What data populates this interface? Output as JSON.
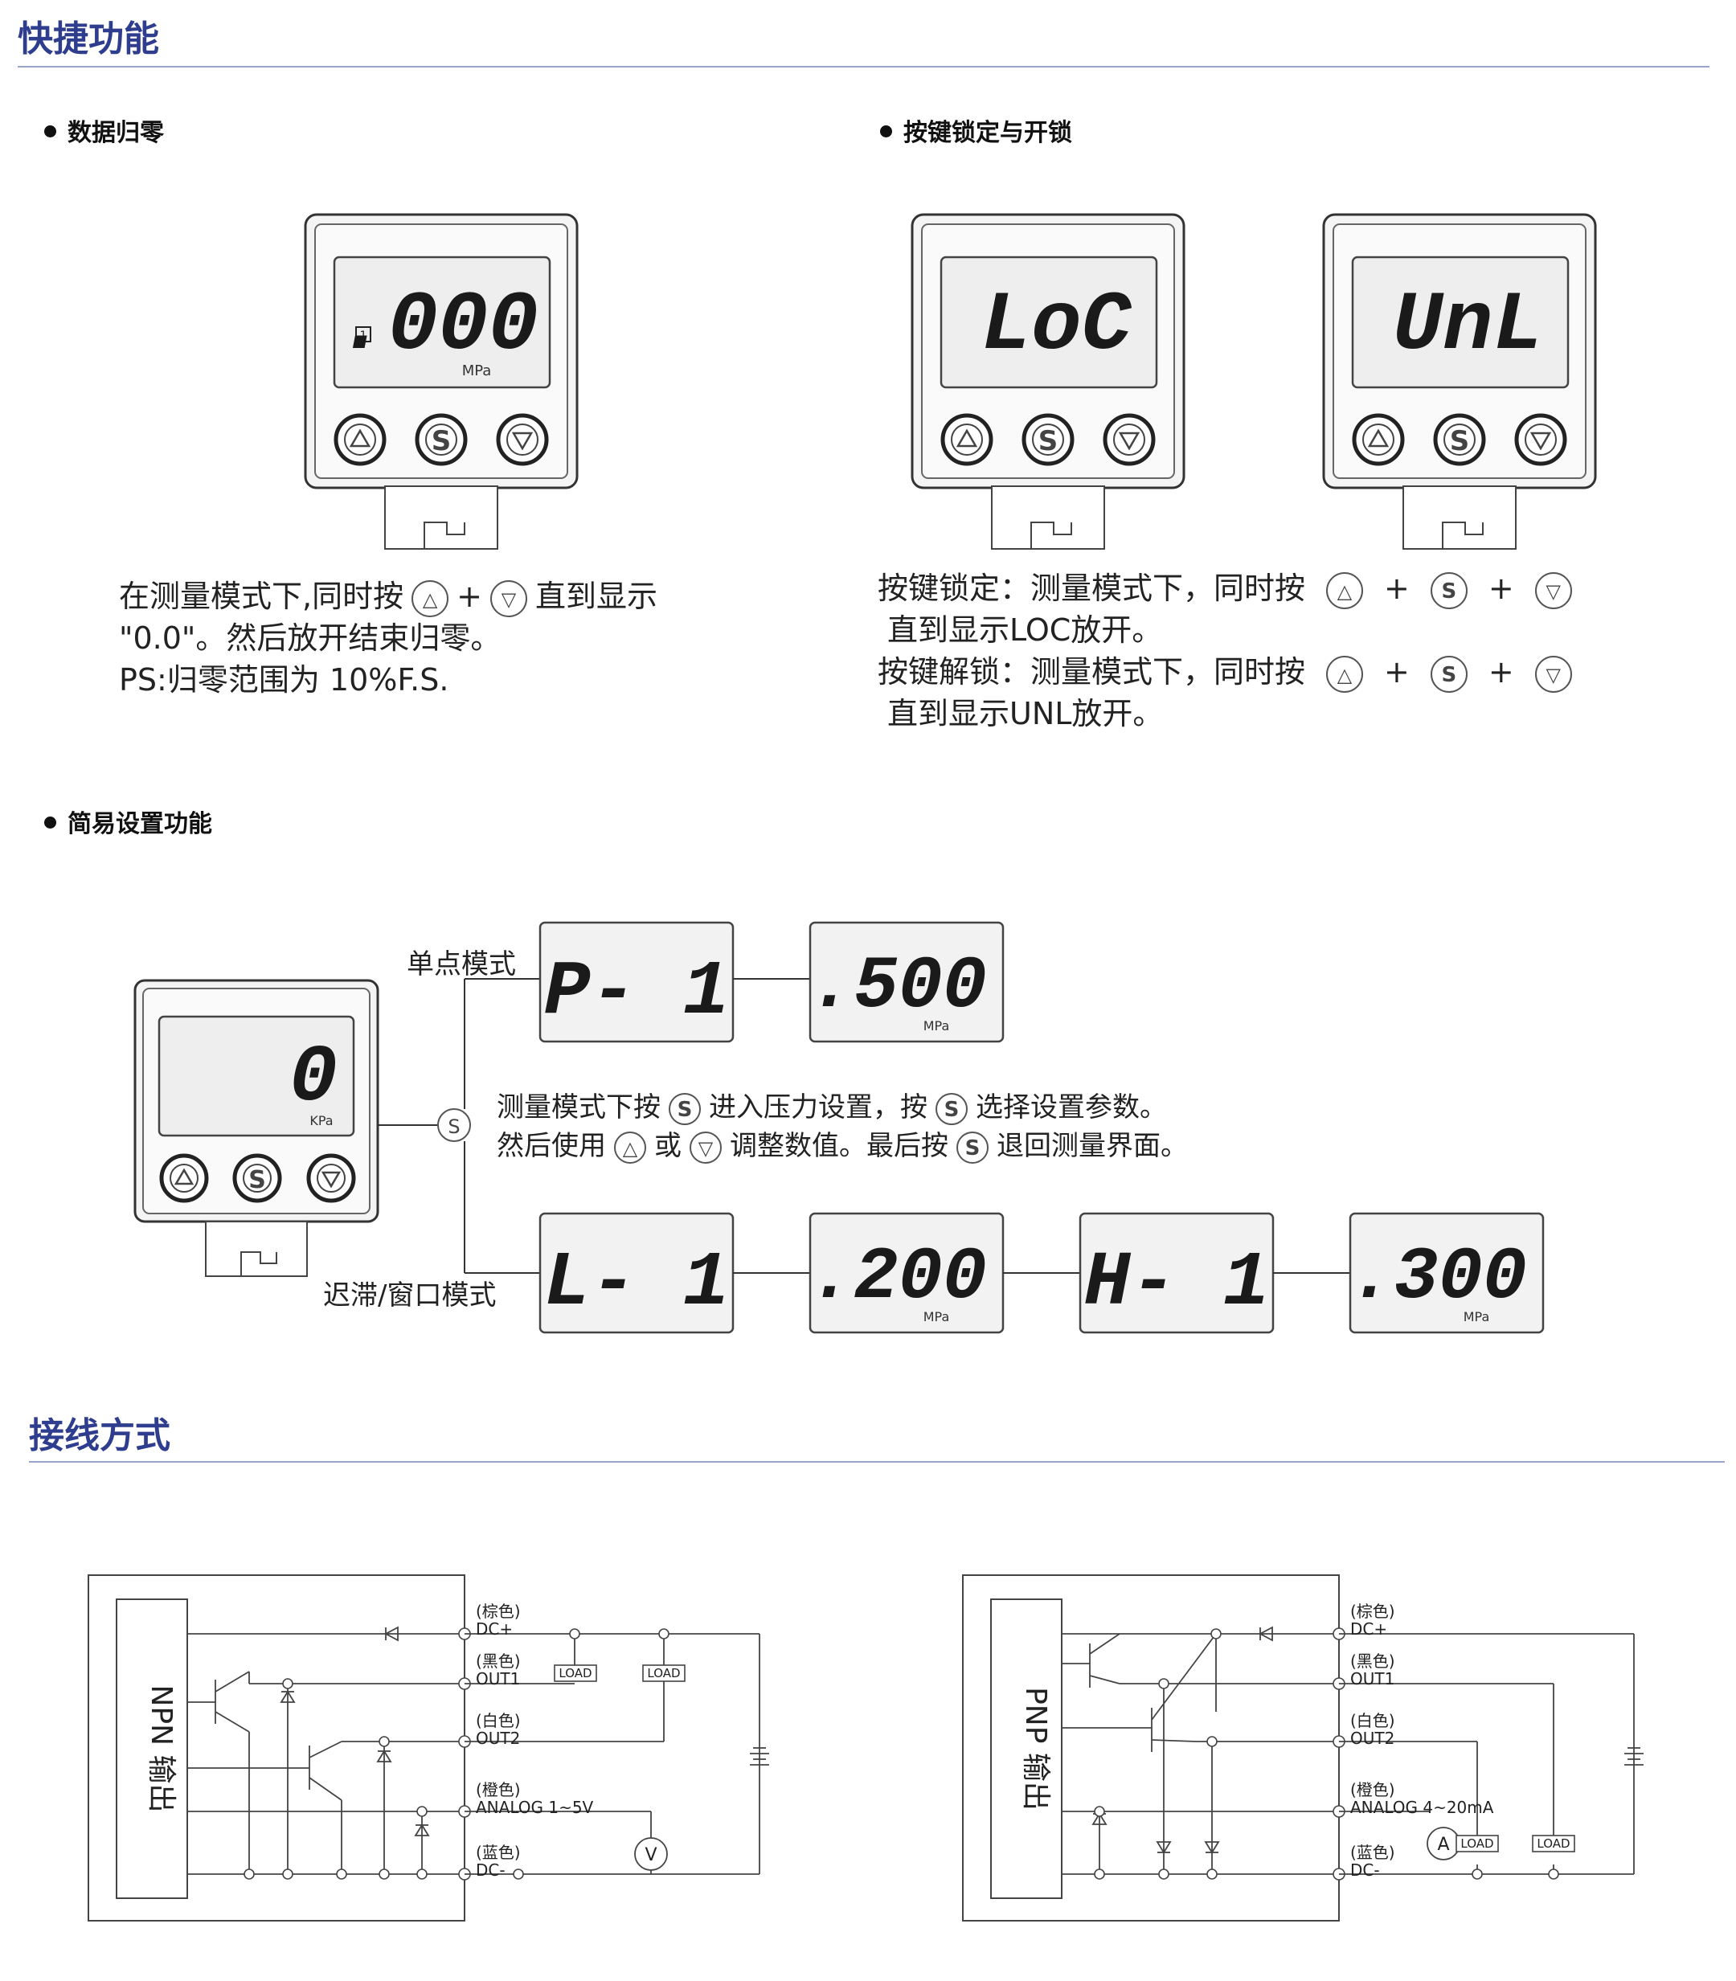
{
  "sections": {
    "shortcut_title": "快捷功能",
    "wiring_title": "接线方式"
  },
  "zero": {
    "bullet": "数据归零",
    "display": ".000",
    "unit": "MPa",
    "indicator": "1",
    "line1_a": "在测量模式下,同时按",
    "plus": "+",
    "line1_b": "直到显示",
    "line2": "\"0.0\"。然后放开结束归零。",
    "line3": "PS:归零范围为   10%F.S."
  },
  "lock": {
    "bullet": "按键锁定与开锁",
    "display_lock": "LoC",
    "display_unlock": "UnL",
    "lock_line1": "按键锁定：测量模式下，同时按",
    "lock_line2": "直到显示LOC放开。",
    "unlock_line1": "按键解锁：测量模式下，同时按",
    "unlock_line2": "直到显示UNL放开。",
    "plus": "+"
  },
  "setup": {
    "bullet": "简易设置功能",
    "device_display": "0",
    "device_unit": "KPa",
    "single_label": "单点模式",
    "hyst_label": "迟滞/窗口模式",
    "p1": "P- 1",
    "p1_value": ".500",
    "l1": "L- 1",
    "l1_value": ".200",
    "h1": "H- 1",
    "h1_value": ".300",
    "value_unit": "MPa",
    "desc1_a": "测量模式下按",
    "desc1_b": "进入压力设置，按",
    "desc1_c": "选择设置参数。",
    "desc2_a": "然后使用",
    "desc2_b": "或",
    "desc2_c": "调整数值。最后按",
    "desc2_d": "退回测量界面。"
  },
  "buttons": {
    "up": "△",
    "set": "S",
    "down": "▽"
  },
  "npn": {
    "title": "NPN 输出",
    "wires": [
      {
        "color": "(棕色)",
        "name": "DC+"
      },
      {
        "color": "(黑色)",
        "name": "OUT1"
      },
      {
        "color": "(白色)",
        "name": "OUT2"
      },
      {
        "color": "(橙色)",
        "name": "ANALOG 1~5V"
      },
      {
        "color": "(蓝色)",
        "name": "DC-"
      }
    ],
    "load": "LOAD",
    "meter": "V"
  },
  "pnp": {
    "title": "PNP 输出",
    "wires": [
      {
        "color": "(棕色)",
        "name": "DC+"
      },
      {
        "color": "(黑色)",
        "name": "OUT1"
      },
      {
        "color": "(白色)",
        "name": "OUT2"
      },
      {
        "color": "(橙色)",
        "name": "ANALOG  4~20mA"
      },
      {
        "color": "(蓝色)",
        "name": "DC-"
      }
    ],
    "load": "LOAD",
    "meter": "A"
  },
  "colors": {
    "title_blue": "#2f3d8f",
    "rule": "#9aa3c9",
    "display_text": "#1a1a1a"
  }
}
